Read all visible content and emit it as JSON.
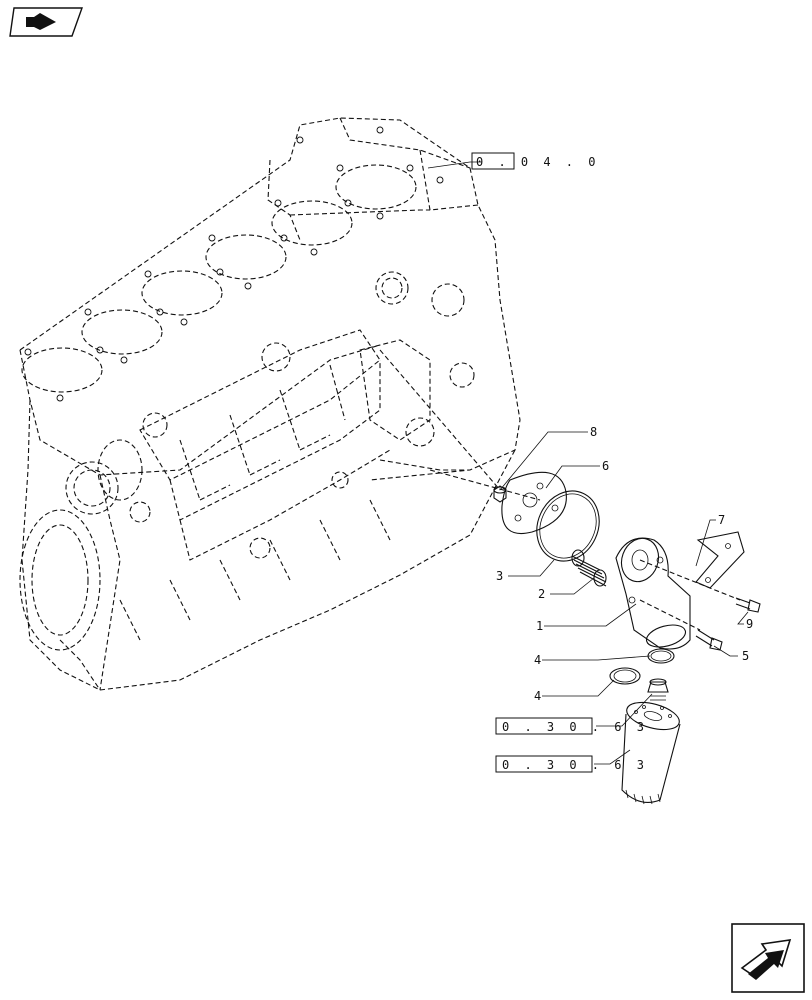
{
  "diagram": {
    "callouts": {
      "c1": "1",
      "c2": "2",
      "c3": "3",
      "c4a": "4",
      "c4b": "4",
      "c5": "5",
      "c6": "6",
      "c7": "7",
      "c8": "8",
      "c9": "9"
    },
    "references": {
      "ref_top": "0 . 0 4 . 0",
      "ref_mid": "0 . 3 0 . 6 3",
      "ref_low": "0 . 3 0 . 6 3"
    },
    "icons": {
      "top_left": "book-navigation-icon",
      "bottom_right": "next-page-arrow-icon"
    }
  }
}
